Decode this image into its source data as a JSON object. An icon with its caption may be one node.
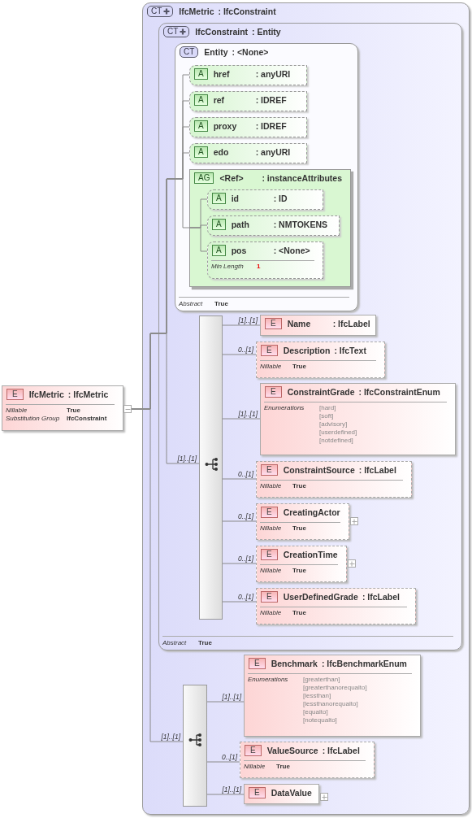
{
  "diagram": {
    "nodes": [
      {
        "text": [
          "E",
          "IfcMetric",
          ": IfcMetric",
          "Nillable",
          "True",
          "Substitution Group",
          "IfcConstraint"
        ]
      },
      {
        "text": [
          "CT",
          "IfcMetric",
          ": IfcConstraint"
        ]
      },
      {
        "text": [
          "CT",
          "IfcConstraint",
          ": Entity",
          "Abstract",
          "True"
        ],
        "in": 1
      },
      {
        "text": [
          "CT",
          "Entity",
          ": <None>",
          "Abstract",
          "True"
        ],
        "in": 2
      },
      {
        "text": [
          "A",
          "href",
          ": anyURI"
        ],
        "in": 3
      },
      {
        "text": [
          "A",
          "ref",
          ": IDREF"
        ],
        "in": 3
      },
      {
        "text": [
          "A",
          "proxy",
          ": IDREF"
        ],
        "in": 3
      },
      {
        "text": [
          "A",
          "edo",
          ": anyURI"
        ],
        "in": 3
      },
      {
        "text": [
          "AG",
          "<Ref>",
          ": instanceAttributes"
        ],
        "in": 3
      },
      {
        "text": [
          "A",
          "id",
          ": ID"
        ],
        "in": 8
      },
      {
        "text": [
          "A",
          "path",
          ": NMTOKENS"
        ],
        "in": 8
      },
      {
        "text": [
          "A",
          "pos",
          ": <None>",
          "Min Length",
          "1"
        ],
        "in": 8
      },
      {
        "text": [],
        "shape": "bar",
        "in": 2
      },
      {
        "text": [
          "E",
          "Name",
          ": IfcLabel"
        ],
        "in": 2
      },
      {
        "text": [
          "E",
          "Description",
          ": IfcText",
          "Nillable",
          "True"
        ],
        "in": 2
      },
      {
        "text": [
          "E",
          "ConstraintGrade",
          ": IfcConstraintEnum",
          "Enumerations",
          "[hard]",
          "[soft]",
          "[advisory]",
          "[userdefined]",
          "[notdefined]"
        ],
        "in": 2
      },
      {
        "text": [
          "E",
          "ConstraintSource",
          ": IfcLabel",
          "Nillable",
          "True"
        ],
        "in": 2
      },
      {
        "text": [
          "E",
          "CreatingActor",
          "Nillable",
          "True"
        ],
        "in": 2
      },
      {
        "text": [
          "E",
          "CreationTime",
          "Nillable",
          "True"
        ],
        "in": 2
      },
      {
        "text": [
          "E",
          "UserDefinedGrade",
          ": IfcLabel",
          "Nillable",
          "True"
        ],
        "in": 2
      },
      {
        "text": [],
        "shape": "bar",
        "in": 1
      },
      {
        "text": [
          "E",
          "Benchmark",
          ": IfcBenchmarkEnum",
          "Enumerations",
          "[greaterthan]",
          "[greaterthanorequalto]",
          "[lessthan]",
          "[lessthanorequalto]",
          "[equalto]",
          "[notequalto]"
        ],
        "in": 1
      },
      {
        "text": [
          "E",
          "ValueSource",
          ": IfcLabel",
          "Nillable",
          "True"
        ],
        "in": 1
      },
      {
        "text": [
          "E",
          "DataValue"
        ],
        "in": 1
      }
    ],
    "edges": [
      {
        "from": 0,
        "to": 4,
        "arrow": "none"
      },
      {
        "from": 0,
        "to": 5,
        "arrow": "none"
      },
      {
        "from": 0,
        "to": 6,
        "arrow": "none"
      },
      {
        "from": 0,
        "to": 7,
        "arrow": "none"
      },
      {
        "from": 0,
        "to": 8,
        "arrow": "none"
      },
      {
        "from": 8,
        "to": 9,
        "arrow": "none"
      },
      {
        "from": 8,
        "to": 10,
        "arrow": "none"
      },
      {
        "from": 8,
        "to": 11,
        "arrow": "none"
      },
      {
        "from": 0,
        "to": 12,
        "arrow": "none",
        "label": "[1]..[1]"
      },
      {
        "from": 12,
        "to": 13,
        "arrow": "none",
        "label": "[1]..[1]"
      },
      {
        "from": 12,
        "to": 14,
        "arrow": "none",
        "label": "0..[1]"
      },
      {
        "from": 12,
        "to": 15,
        "arrow": "none",
        "label": "[1]..[1]"
      },
      {
        "from": 12,
        "to": 16,
        "arrow": "none",
        "label": "0..[1]"
      },
      {
        "from": 12,
        "to": 17,
        "arrow": "none",
        "label": "0..[1]"
      },
      {
        "from": 12,
        "to": 18,
        "arrow": "none",
        "label": "0..[1]"
      },
      {
        "from": 12,
        "to": 19,
        "arrow": "none",
        "label": "0..[1]"
      },
      {
        "from": 0,
        "to": 20,
        "arrow": "none",
        "label": "[1]..[1]"
      },
      {
        "from": 20,
        "to": 21,
        "arrow": "none",
        "label": "[1]..[1]"
      },
      {
        "from": 20,
        "to": 22,
        "arrow": "none",
        "label": "0..[1]"
      },
      {
        "from": 20,
        "to": 23,
        "arrow": "none",
        "label": "[1]..[1]"
      }
    ]
  }
}
